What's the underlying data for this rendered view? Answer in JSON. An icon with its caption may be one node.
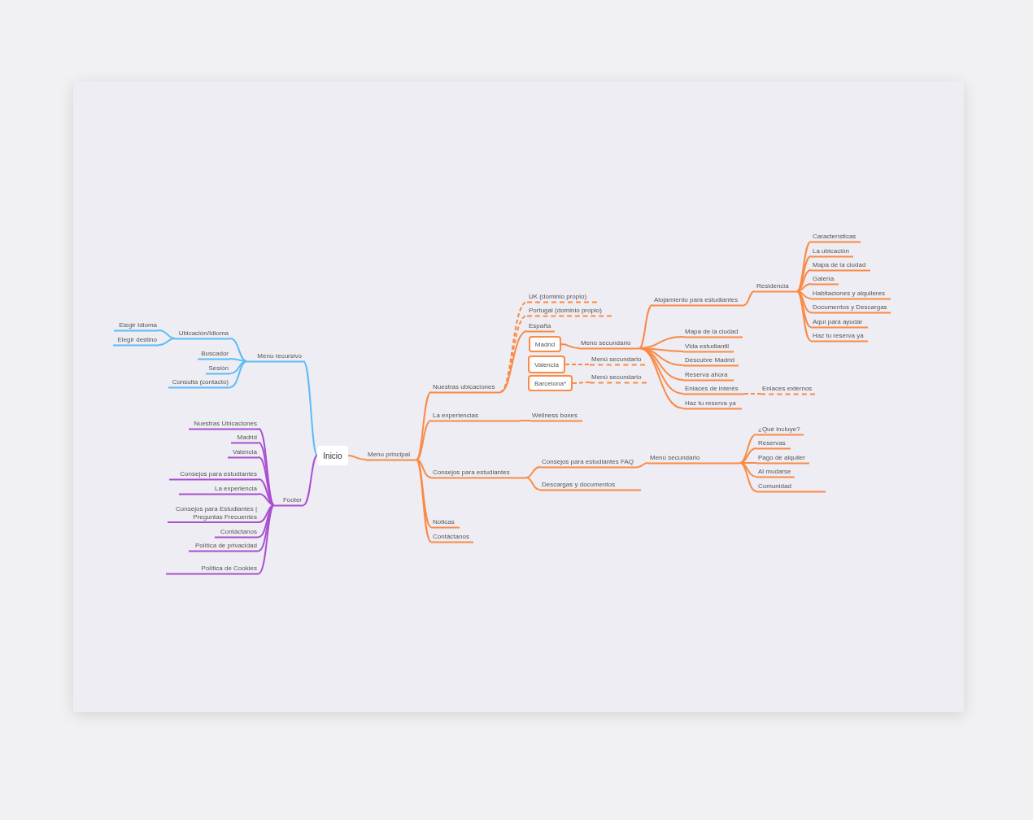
{
  "diagram": {
    "nodes": [
      {
        "text": [
          "Inicio"
        ]
      },
      {
        "text": [
          "Menu recursivo"
        ]
      },
      {
        "text": [
          "Ubicación/Idioma"
        ]
      },
      {
        "text": [
          "Elegir Idioma"
        ]
      },
      {
        "text": [
          "Elegir destino"
        ]
      },
      {
        "text": [
          "Buscador"
        ]
      },
      {
        "text": [
          "Sesión"
        ]
      },
      {
        "text": [
          "Consulta (contacto)"
        ]
      },
      {
        "text": [
          "Footer"
        ]
      },
      {
        "text": [
          "Nuestras Ubicaciones"
        ]
      },
      {
        "text": [
          "Madrid"
        ]
      },
      {
        "text": [
          "Valencia"
        ]
      },
      {
        "text": [
          "Consejos para estudiantes"
        ]
      },
      {
        "text": [
          "La experiencia"
        ]
      },
      {
        "text": [
          "Consejos para Estudiantes | Preguntas Frecuentes"
        ]
      },
      {
        "text": [
          "Contáctanos"
        ]
      },
      {
        "text": [
          "Política de privacidad"
        ]
      },
      {
        "text": [
          "Política de Cookies"
        ]
      },
      {
        "text": [
          "Menu principal"
        ]
      },
      {
        "text": [
          "Nuestras ubicaciones"
        ]
      },
      {
        "text": [
          "UK (dominio propio)"
        ]
      },
      {
        "text": [
          "Portugal (dominio propio)"
        ]
      },
      {
        "text": [
          "España"
        ]
      },
      {
        "text": [
          "Madrid"
        ]
      },
      {
        "text": [
          "Menú secundario"
        ]
      },
      {
        "text": [
          "Valencia"
        ]
      },
      {
        "text": [
          "Menú secundario"
        ]
      },
      {
        "text": [
          "Barcelona*"
        ]
      },
      {
        "text": [
          "Menú secundario"
        ]
      },
      {
        "text": [
          "Alojamiento para estudiantes"
        ]
      },
      {
        "text": [
          "Residencia"
        ]
      },
      {
        "text": [
          "Características"
        ]
      },
      {
        "text": [
          "La ubicación"
        ]
      },
      {
        "text": [
          "Mapa de la ciudad"
        ]
      },
      {
        "text": [
          "Galería"
        ]
      },
      {
        "text": [
          "Habitaciones y alquileres"
        ]
      },
      {
        "text": [
          "Documentos y Descargas"
        ]
      },
      {
        "text": [
          "Aquí para ayudar"
        ]
      },
      {
        "text": [
          "Haz tu reserva ya"
        ]
      },
      {
        "text": [
          "Mapa de la ciudad"
        ]
      },
      {
        "text": [
          "Vida estudiantil"
        ]
      },
      {
        "text": [
          "Descubre Madrid"
        ]
      },
      {
        "text": [
          "Reserva ahora"
        ]
      },
      {
        "text": [
          "Enlaces de interés"
        ]
      },
      {
        "text": [
          "Enlaces externos"
        ]
      },
      {
        "text": [
          "Haz tu reserva ya"
        ]
      },
      {
        "text": [
          "La experiencias"
        ]
      },
      {
        "text": [
          "Wellness boxes"
        ]
      },
      {
        "text": [
          "Consejos para estudiantes"
        ]
      },
      {
        "text": [
          "Consejos para estudiantes FAQ"
        ]
      },
      {
        "text": [
          "Descargas y documentos"
        ]
      },
      {
        "text": [
          "Menú secundario"
        ]
      },
      {
        "text": [
          "¿Qué incluye?"
        ]
      },
      {
        "text": [
          "Reservas"
        ]
      },
      {
        "text": [
          "Pago de alquiler"
        ]
      },
      {
        "text": [
          "Al mudarse"
        ]
      },
      {
        "text": [
          "Comunidad"
        ]
      },
      {
        "text": [
          "Noticas"
        ]
      },
      {
        "text": [
          "Contáctanos"
        ]
      }
    ],
    "edges": [
      {
        "from": 0,
        "to": 1,
        "arrow": "none",
        "color": "#5bbcf7"
      },
      {
        "from": 1,
        "to": 2,
        "arrow": "none",
        "color": "#5bbcf7"
      },
      {
        "from": 2,
        "to": 3,
        "arrow": "none",
        "color": "#5bbcf7"
      },
      {
        "from": 2,
        "to": 4,
        "arrow": "none",
        "color": "#5bbcf7"
      },
      {
        "from": 1,
        "to": 5,
        "arrow": "none",
        "color": "#5bbcf7"
      },
      {
        "from": 1,
        "to": 6,
        "arrow": "none",
        "color": "#5bbcf7"
      },
      {
        "from": 1,
        "to": 7,
        "arrow": "none",
        "color": "#5bbcf7"
      },
      {
        "from": 0,
        "to": 8,
        "arrow": "none",
        "color": "#a94fd0"
      },
      {
        "from": 8,
        "to": 9,
        "arrow": "none",
        "color": "#a94fd0"
      },
      {
        "from": 8,
        "to": 10,
        "arrow": "none",
        "color": "#a94fd0"
      },
      {
        "from": 8,
        "to": 11,
        "arrow": "none",
        "color": "#a94fd0"
      },
      {
        "from": 8,
        "to": 12,
        "arrow": "none",
        "color": "#a94fd0"
      },
      {
        "from": 8,
        "to": 13,
        "arrow": "none",
        "color": "#a94fd0"
      },
      {
        "from": 8,
        "to": 14,
        "arrow": "none",
        "color": "#a94fd0"
      },
      {
        "from": 8,
        "to": 15,
        "arrow": "none",
        "color": "#a94fd0"
      },
      {
        "from": 8,
        "to": 16,
        "arrow": "none",
        "color": "#a94fd0"
      },
      {
        "from": 8,
        "to": 17,
        "arrow": "none",
        "color": "#a94fd0"
      },
      {
        "from": 0,
        "to": 18,
        "arrow": "none"
      },
      {
        "from": 18,
        "to": 19,
        "arrow": "none"
      },
      {
        "from": 19,
        "to": 20,
        "arrow": "none",
        "style": "dashed"
      },
      {
        "from": 19,
        "to": 21,
        "arrow": "none",
        "style": "dashed"
      },
      {
        "from": 19,
        "to": 22,
        "arrow": "none"
      },
      {
        "from": 23,
        "to": 24,
        "arrow": "none"
      },
      {
        "from": 25,
        "to": 26,
        "arrow": "none",
        "style": "dashed"
      },
      {
        "from": 27,
        "to": 28,
        "arrow": "none",
        "style": "dashed"
      },
      {
        "from": 24,
        "to": 29,
        "arrow": "none"
      },
      {
        "from": 29,
        "to": 30,
        "arrow": "none"
      },
      {
        "from": 30,
        "to": 31,
        "arrow": "none"
      },
      {
        "from": 30,
        "to": 32,
        "arrow": "none"
      },
      {
        "from": 30,
        "to": 33,
        "arrow": "none"
      },
      {
        "from": 30,
        "to": 34,
        "arrow": "none"
      },
      {
        "from": 30,
        "to": 35,
        "arrow": "none"
      },
      {
        "from": 30,
        "to": 36,
        "arrow": "none"
      },
      {
        "from": 30,
        "to": 37,
        "arrow": "none"
      },
      {
        "from": 30,
        "to": 38,
        "arrow": "none"
      },
      {
        "from": 24,
        "to": 39,
        "arrow": "none"
      },
      {
        "from": 24,
        "to": 40,
        "arrow": "none"
      },
      {
        "from": 24,
        "to": 41,
        "arrow": "none"
      },
      {
        "from": 24,
        "to": 42,
        "arrow": "none"
      },
      {
        "from": 24,
        "to": 43,
        "arrow": "none"
      },
      {
        "from": 43,
        "to": 44,
        "arrow": "none",
        "style": "dashed"
      },
      {
        "from": 24,
        "to": 45,
        "arrow": "none"
      },
      {
        "from": 18,
        "to": 46,
        "arrow": "none"
      },
      {
        "from": 46,
        "to": 47,
        "arrow": "none"
      },
      {
        "from": 18,
        "to": 48,
        "arrow": "none"
      },
      {
        "from": 48,
        "to": 49,
        "arrow": "none"
      },
      {
        "from": 48,
        "to": 50,
        "arrow": "none"
      },
      {
        "from": 49,
        "to": 51,
        "arrow": "none"
      },
      {
        "from": 51,
        "to": 52,
        "arrow": "none"
      },
      {
        "from": 51,
        "to": 53,
        "arrow": "none"
      },
      {
        "from": 51,
        "to": 54,
        "arrow": "none"
      },
      {
        "from": 51,
        "to": 55,
        "arrow": "none"
      },
      {
        "from": 51,
        "to": 56,
        "arrow": "none"
      },
      {
        "from": 18,
        "to": 57,
        "arrow": "none"
      },
      {
        "from": 18,
        "to": 58,
        "arrow": "none"
      }
    ]
  }
}
